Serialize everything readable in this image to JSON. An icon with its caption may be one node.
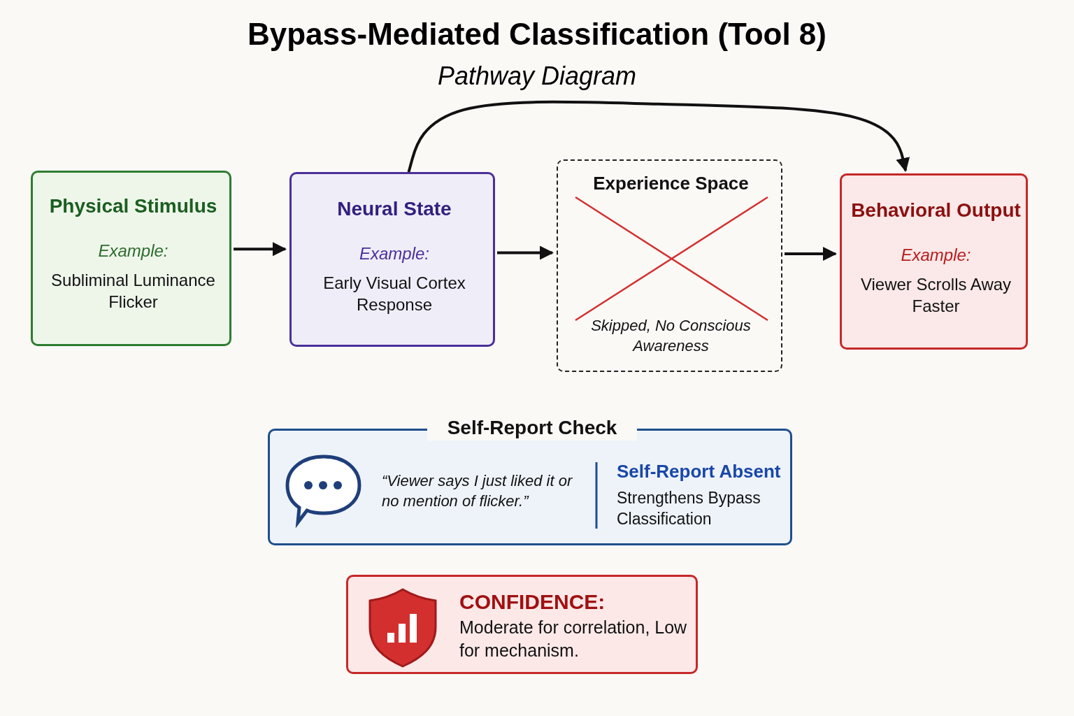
{
  "diagram": {
    "title": "Bypass-Mediated Classification (Tool 8)",
    "caption": "Pathway Diagram",
    "nodes": [
      {
        "text": [
          "Physical Stimulus",
          "Example:",
          "Subliminal Luminance Flicker"
        ]
      },
      {
        "text": [
          "Neural State",
          "Example:",
          "Early Visual Cortex Response"
        ]
      },
      {
        "text": [
          "Experience Space",
          "Skipped, No Conscious Awareness"
        ]
      },
      {
        "text": [
          "Behavioral Output",
          "Example:",
          "Viewer Scrolls Away Faster"
        ]
      },
      {
        "text": [
          "Self-Report Check",
          "“Viewer says I just liked it or no mention of flicker.”",
          "Self-Report Absent",
          "Strengthens Bypass Classification"
        ]
      },
      {
        "text": [
          "CONFIDENCE:",
          "Moderate for correlation, Low for mechanism."
        ]
      }
    ],
    "edges": [
      {
        "from": 0,
        "to": 1,
        "arrow": "to"
      },
      {
        "from": 1,
        "to": 2,
        "arrow": "to"
      },
      {
        "from": 2,
        "to": 3,
        "arrow": "to"
      },
      {
        "from": 1,
        "to": 3,
        "arrow": "to"
      }
    ]
  }
}
